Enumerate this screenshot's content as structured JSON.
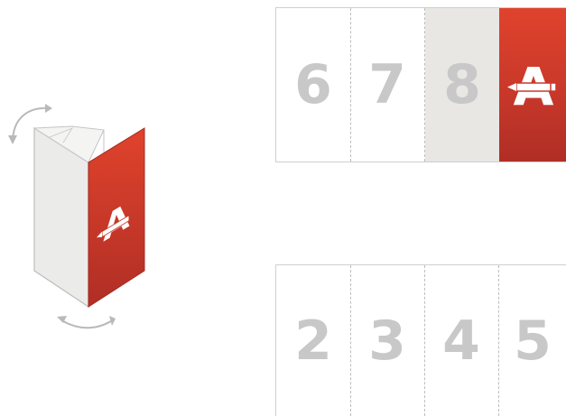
{
  "outside_sheet": {
    "panels": [
      {
        "number": "6"
      },
      {
        "number": "7"
      },
      {
        "number": "8"
      },
      {
        "number": "",
        "icon": "logo-a-pencil-icon"
      }
    ]
  },
  "inside_sheet": {
    "panels": [
      {
        "number": "2"
      },
      {
        "number": "3"
      },
      {
        "number": "4"
      },
      {
        "number": "5"
      }
    ]
  },
  "colors": {
    "cover_red": "#d83d2b",
    "panel_shaded": "#e8e7e4",
    "number_gray": "#c8c8c8",
    "line_gray": "#cfcfcf"
  },
  "icons": [
    "rotate-top-arrow-icon",
    "rotate-bottom-arrow-icon",
    "logo-a-pencil-icon"
  ]
}
